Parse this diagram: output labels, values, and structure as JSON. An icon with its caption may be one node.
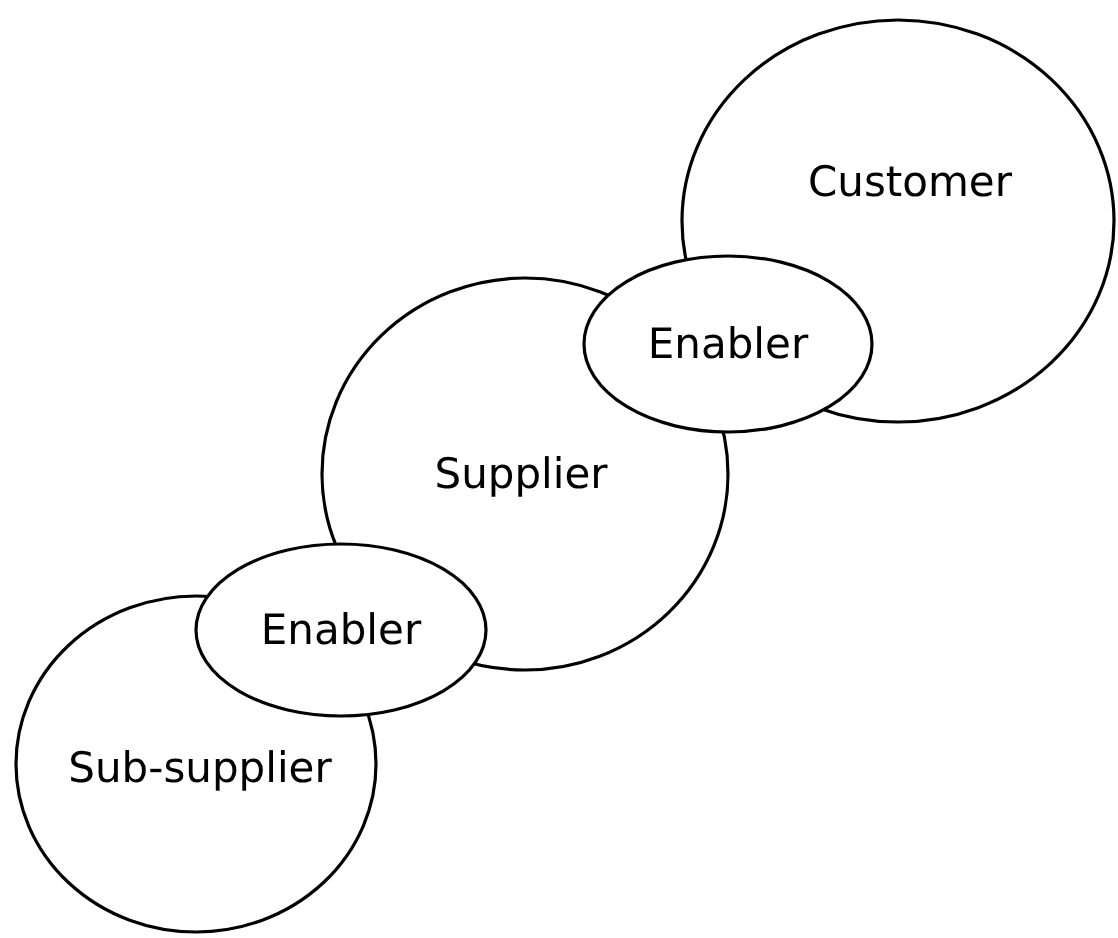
{
  "diagram": {
    "nodes": [
      {
        "text": [
          "Customer"
        ]
      },
      {
        "text": [
          "Enabler"
        ]
      },
      {
        "text": [
          "Supplier"
        ]
      },
      {
        "text": [
          "Enabler"
        ]
      },
      {
        "text": [
          "Sub-supplier"
        ]
      }
    ]
  }
}
